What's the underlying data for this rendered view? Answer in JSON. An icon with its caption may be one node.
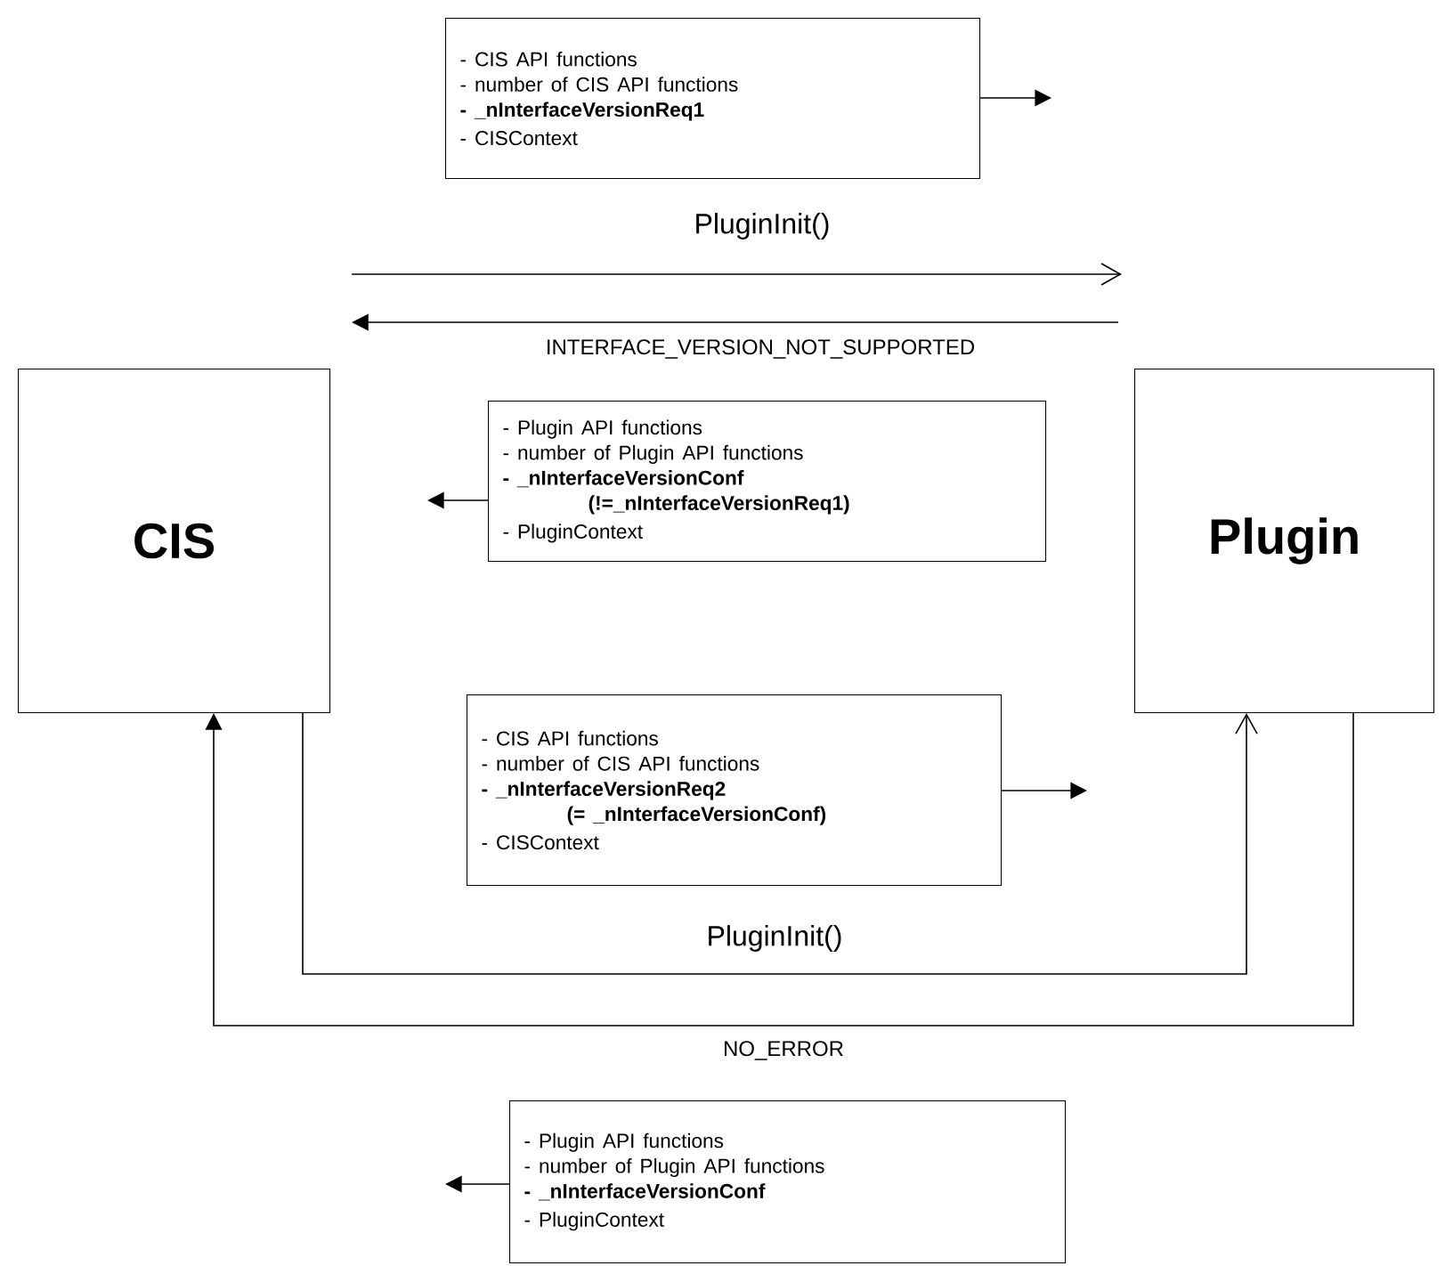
{
  "diagram": {
    "nodes": [
      {
        "text": [
          "CIS"
        ]
      },
      {
        "text": [
          "Plugin"
        ]
      },
      {
        "text": [
          "- CIS API functions",
          "- number of CIS API functions",
          "- _nInterfaceVersionReq1",
          "- CISContext"
        ]
      },
      {
        "text": [
          "- Plugin API functions",
          "- number of Plugin API functions",
          "- _nInterfaceVersionConf",
          "(!=_nInterfaceVersionReq1)",
          "- PluginContext"
        ]
      },
      {
        "text": [
          "- CIS API functions",
          "- number of CIS API functions",
          "- _nInterfaceVersionReq2",
          "(= _nInterfaceVersionConf)",
          "- CISContext"
        ]
      },
      {
        "text": [
          "- Plugin API functions",
          "- number of Plugin API functions",
          "- _nInterfaceVersionConf",
          "- PluginContext"
        ]
      }
    ],
    "edges": [
      {
        "from": 2,
        "to": null,
        "arrow": "to"
      },
      {
        "from": 0,
        "to": 1,
        "arrow": "to",
        "label": "PluginInit()"
      },
      {
        "from": 1,
        "to": 0,
        "arrow": "to",
        "label": "INTERFACE_VERSION_NOT_SUPPORTED"
      },
      {
        "from": 3,
        "to": null,
        "arrow": "to"
      },
      {
        "from": 4,
        "to": null,
        "arrow": "to"
      },
      {
        "from": 0,
        "to": 1,
        "arrow": "to",
        "label": "PluginInit()"
      },
      {
        "from": 1,
        "to": 0,
        "arrow": "to",
        "label": "NO_ERROR"
      },
      {
        "from": 5,
        "to": null,
        "arrow": "to"
      }
    ]
  }
}
